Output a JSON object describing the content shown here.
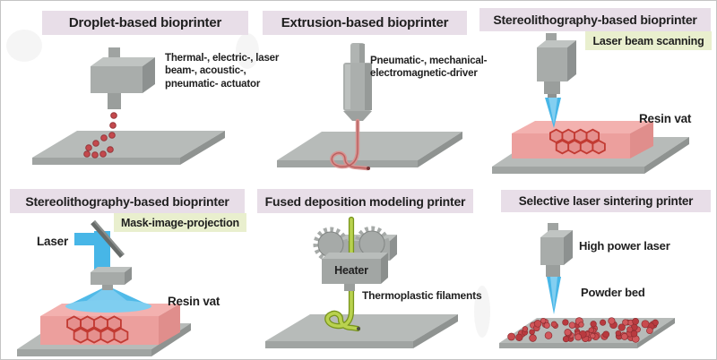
{
  "figure_name": "Bioprinting and 3D printing techniques diagram",
  "panels": [
    {
      "title": "Droplet-based bioprinter",
      "annotation": "Thermal-, electric-, laser\nbeam-, acoustic-,\npneumatic- actuator",
      "graphics": [
        "print-head",
        "bioink-droplets",
        "build-platform"
      ]
    },
    {
      "title": "Extrusion-based bioprinter",
      "annotation": "Pneumatic-, mechanical-\nelectromagnetic-driver",
      "graphics": [
        "syringe-extruder",
        "extruded-filament",
        "build-platform"
      ]
    },
    {
      "title": "Stereolithography-based bioprinter",
      "tag": "Laser beam scanning",
      "labels": {
        "resin_vat": "Resin vat"
      },
      "graphics": [
        "laser-head",
        "laser-beam",
        "resin-vat",
        "build-platform"
      ]
    },
    {
      "title": "Stereolithography-based bioprinter",
      "tag": "Mask-image-projection",
      "labels": {
        "laser": "Laser",
        "resin_vat": "Resin vat"
      },
      "graphics": [
        "laser-beam",
        "mirror",
        "projection-lens",
        "light-cone",
        "resin-vat",
        "build-platform"
      ]
    },
    {
      "title": "Fused deposition modeling printer",
      "labels": {
        "heater": "Heater",
        "filaments": "Thermoplastic filaments"
      },
      "graphics": [
        "feed-gears",
        "heater-block",
        "green-filament",
        "build-platform"
      ]
    },
    {
      "title": "Selective laser sintering printer",
      "labels": {
        "laser": "High power laser",
        "powder": "Powder bed"
      },
      "graphics": [
        "laser-head",
        "laser-beam",
        "powder-particles",
        "build-platform"
      ]
    }
  ],
  "colors": {
    "title_bg": "#e8dee8",
    "tag_bg": "#e9efce",
    "text": "#1f1f1f",
    "laser_blue": "#47b6e7",
    "laser_blue_light": "#8ed3f2",
    "filament_pink": "#d89391",
    "filament_green": "#b9d24f",
    "filament_green_dark": "#78941d",
    "droplet_red": "#c4494d",
    "powder_red": "#c84a4e",
    "resin_pink": "#ec9f9d",
    "resin_pink_top": "#f3b1af",
    "hex_red": "#c23a32",
    "machine_gray": "#a8acaa",
    "platform_gray": "#b7bbb9"
  }
}
